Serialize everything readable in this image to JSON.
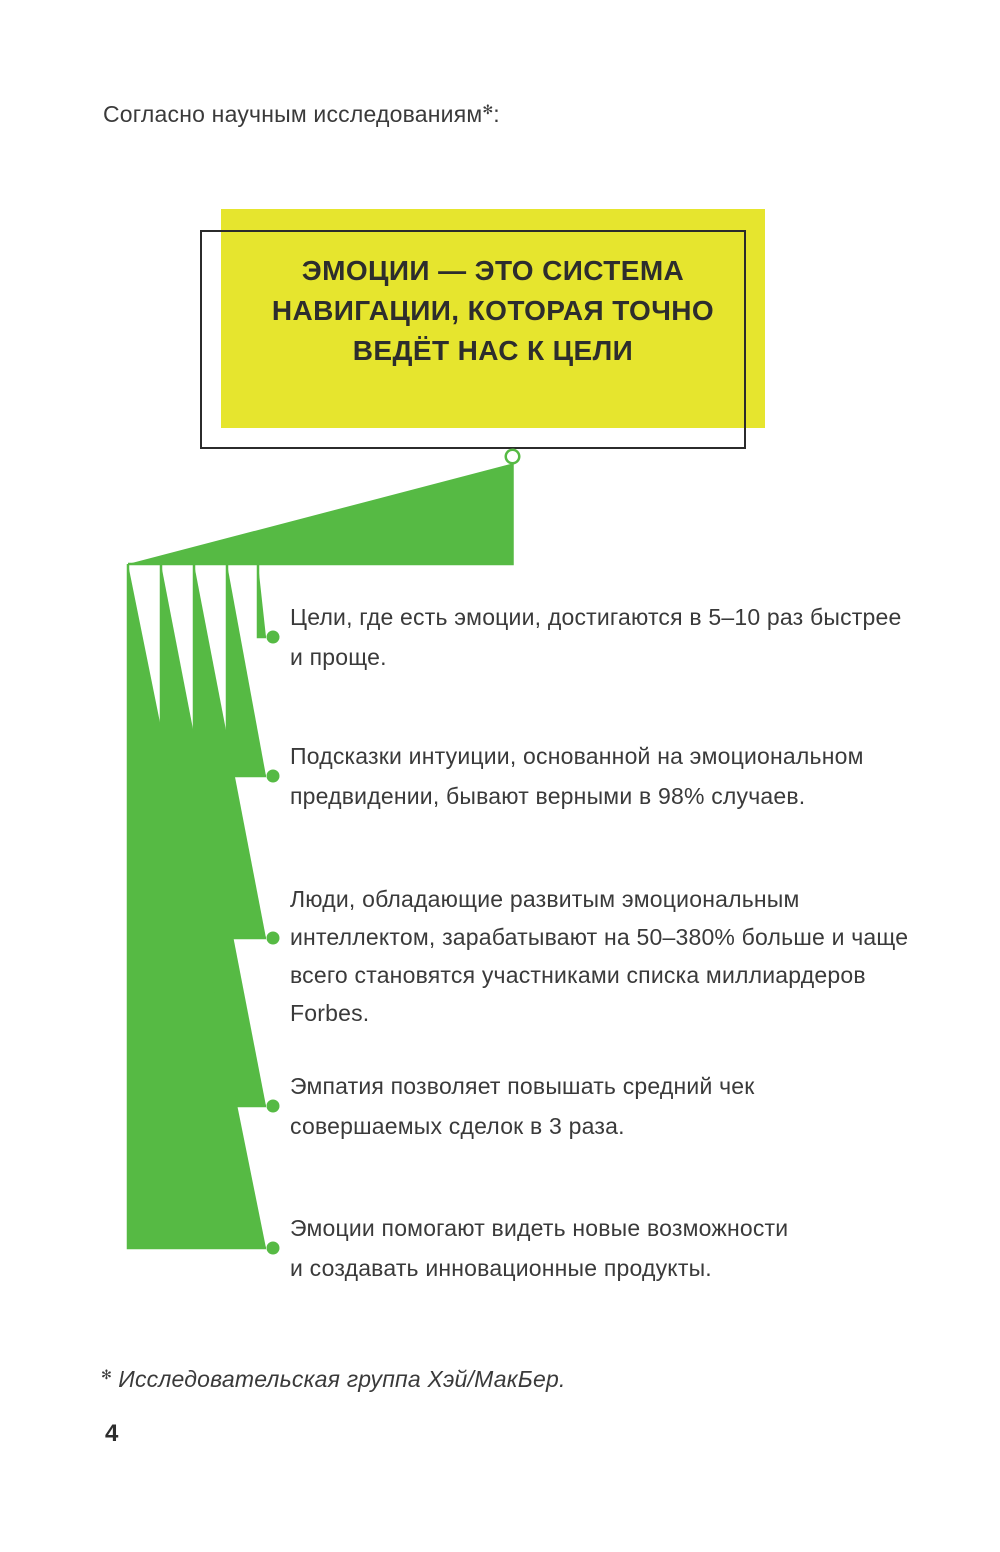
{
  "colors": {
    "accent_green": "#56ba44",
    "highlight_yellow": "#e6e52e",
    "box_border": "#2b2b2b",
    "body_text": "#3a3a3a"
  },
  "intro": {
    "text": "Согласно научным исследованиям",
    "marker": "✻",
    "suffix": ":"
  },
  "quote_box": {
    "text": "ЭМОЦИИ — ЭТО СИСТЕМА\nНАВИГАЦИИ, КОТОРАЯ ТОЧНО\nВЕДЁТ НАС К ЦЕЛИ"
  },
  "bullets": [
    {
      "text": "Цели, где есть эмоции, достигаются в 5–10 раз быстрее\nи проще."
    },
    {
      "text": "Подсказки интуиции, основанной на эмоциональном\nпредвидении, бывают верными в 98% случаев."
    },
    {
      "text": "Люди, обладающие развитым эмоциональным\nинтеллектом, зарабатывают на 50–380% больше и чаще\nвсего становятся участниками списка миллиардеров\nForbes."
    },
    {
      "text": "Эмпатия позволяет повышать средний чек\nсовершаемых сделок в 3 раза."
    },
    {
      "text": "Эмоции помогают видеть новые возможности\nи создавать инновационные продукты."
    }
  ],
  "footnote": {
    "marker": "✻",
    "text": "Исследовательская группа Хэй/МакБер."
  },
  "page": {
    "number": "4"
  }
}
